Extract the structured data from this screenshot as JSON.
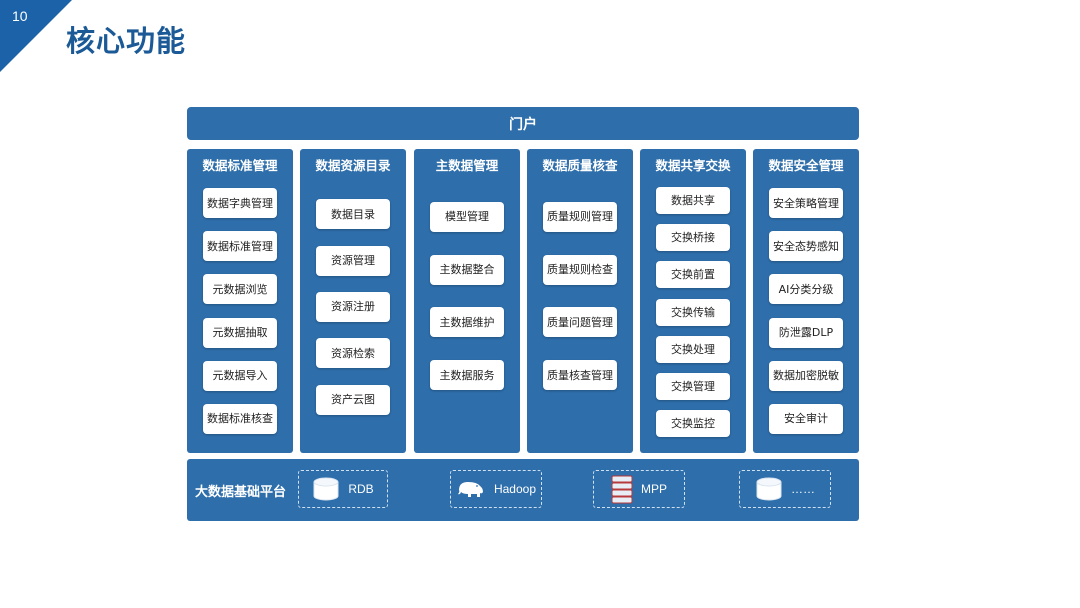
{
  "page_number": "10",
  "slide_title": "核心功能",
  "portal": "门户",
  "columns": [
    {
      "title": "数据标准管理",
      "items": [
        "数据字典管理",
        "数据标准管理",
        "元数据浏览",
        "元数据抽取",
        "元数据导入",
        "数据标准核查"
      ]
    },
    {
      "title": "数据资源目录",
      "items": [
        "数据目录",
        "资源管理",
        "资源注册",
        "资源检索",
        "资产云图"
      ]
    },
    {
      "title": "主数据管理",
      "items": [
        "模型管理",
        "主数据整合",
        "主数据维护",
        "主数据服务"
      ]
    },
    {
      "title": "数据质量核查",
      "items": [
        "质量规则管理",
        "质量规则检查",
        "质量问题管理",
        "质量核查管理"
      ]
    },
    {
      "title": "数据共享交换",
      "items": [
        "数据共享",
        "交换桥接",
        "交换前置",
        "交换传输",
        "交换处理",
        "交换管理",
        "交换监控"
      ]
    },
    {
      "title": "数据安全管理",
      "items": [
        "安全策略管理",
        "安全态势感知",
        "AI分类分级",
        "防泄露DLP",
        "数据加密脱敏",
        "安全审计"
      ]
    }
  ],
  "platform": {
    "title": "大数据基础平台",
    "items": [
      {
        "label": "RDB",
        "icon": "database-icon"
      },
      {
        "label": "Hadoop",
        "icon": "hadoop-elephant-icon"
      },
      {
        "label": "MPP",
        "icon": "mpp-server-icon"
      },
      {
        "label": "……",
        "icon": "database-icon"
      }
    ]
  },
  "colors": {
    "primary": "#2e6eab",
    "title": "#1b5a96",
    "corner": "#1b62a8"
  }
}
